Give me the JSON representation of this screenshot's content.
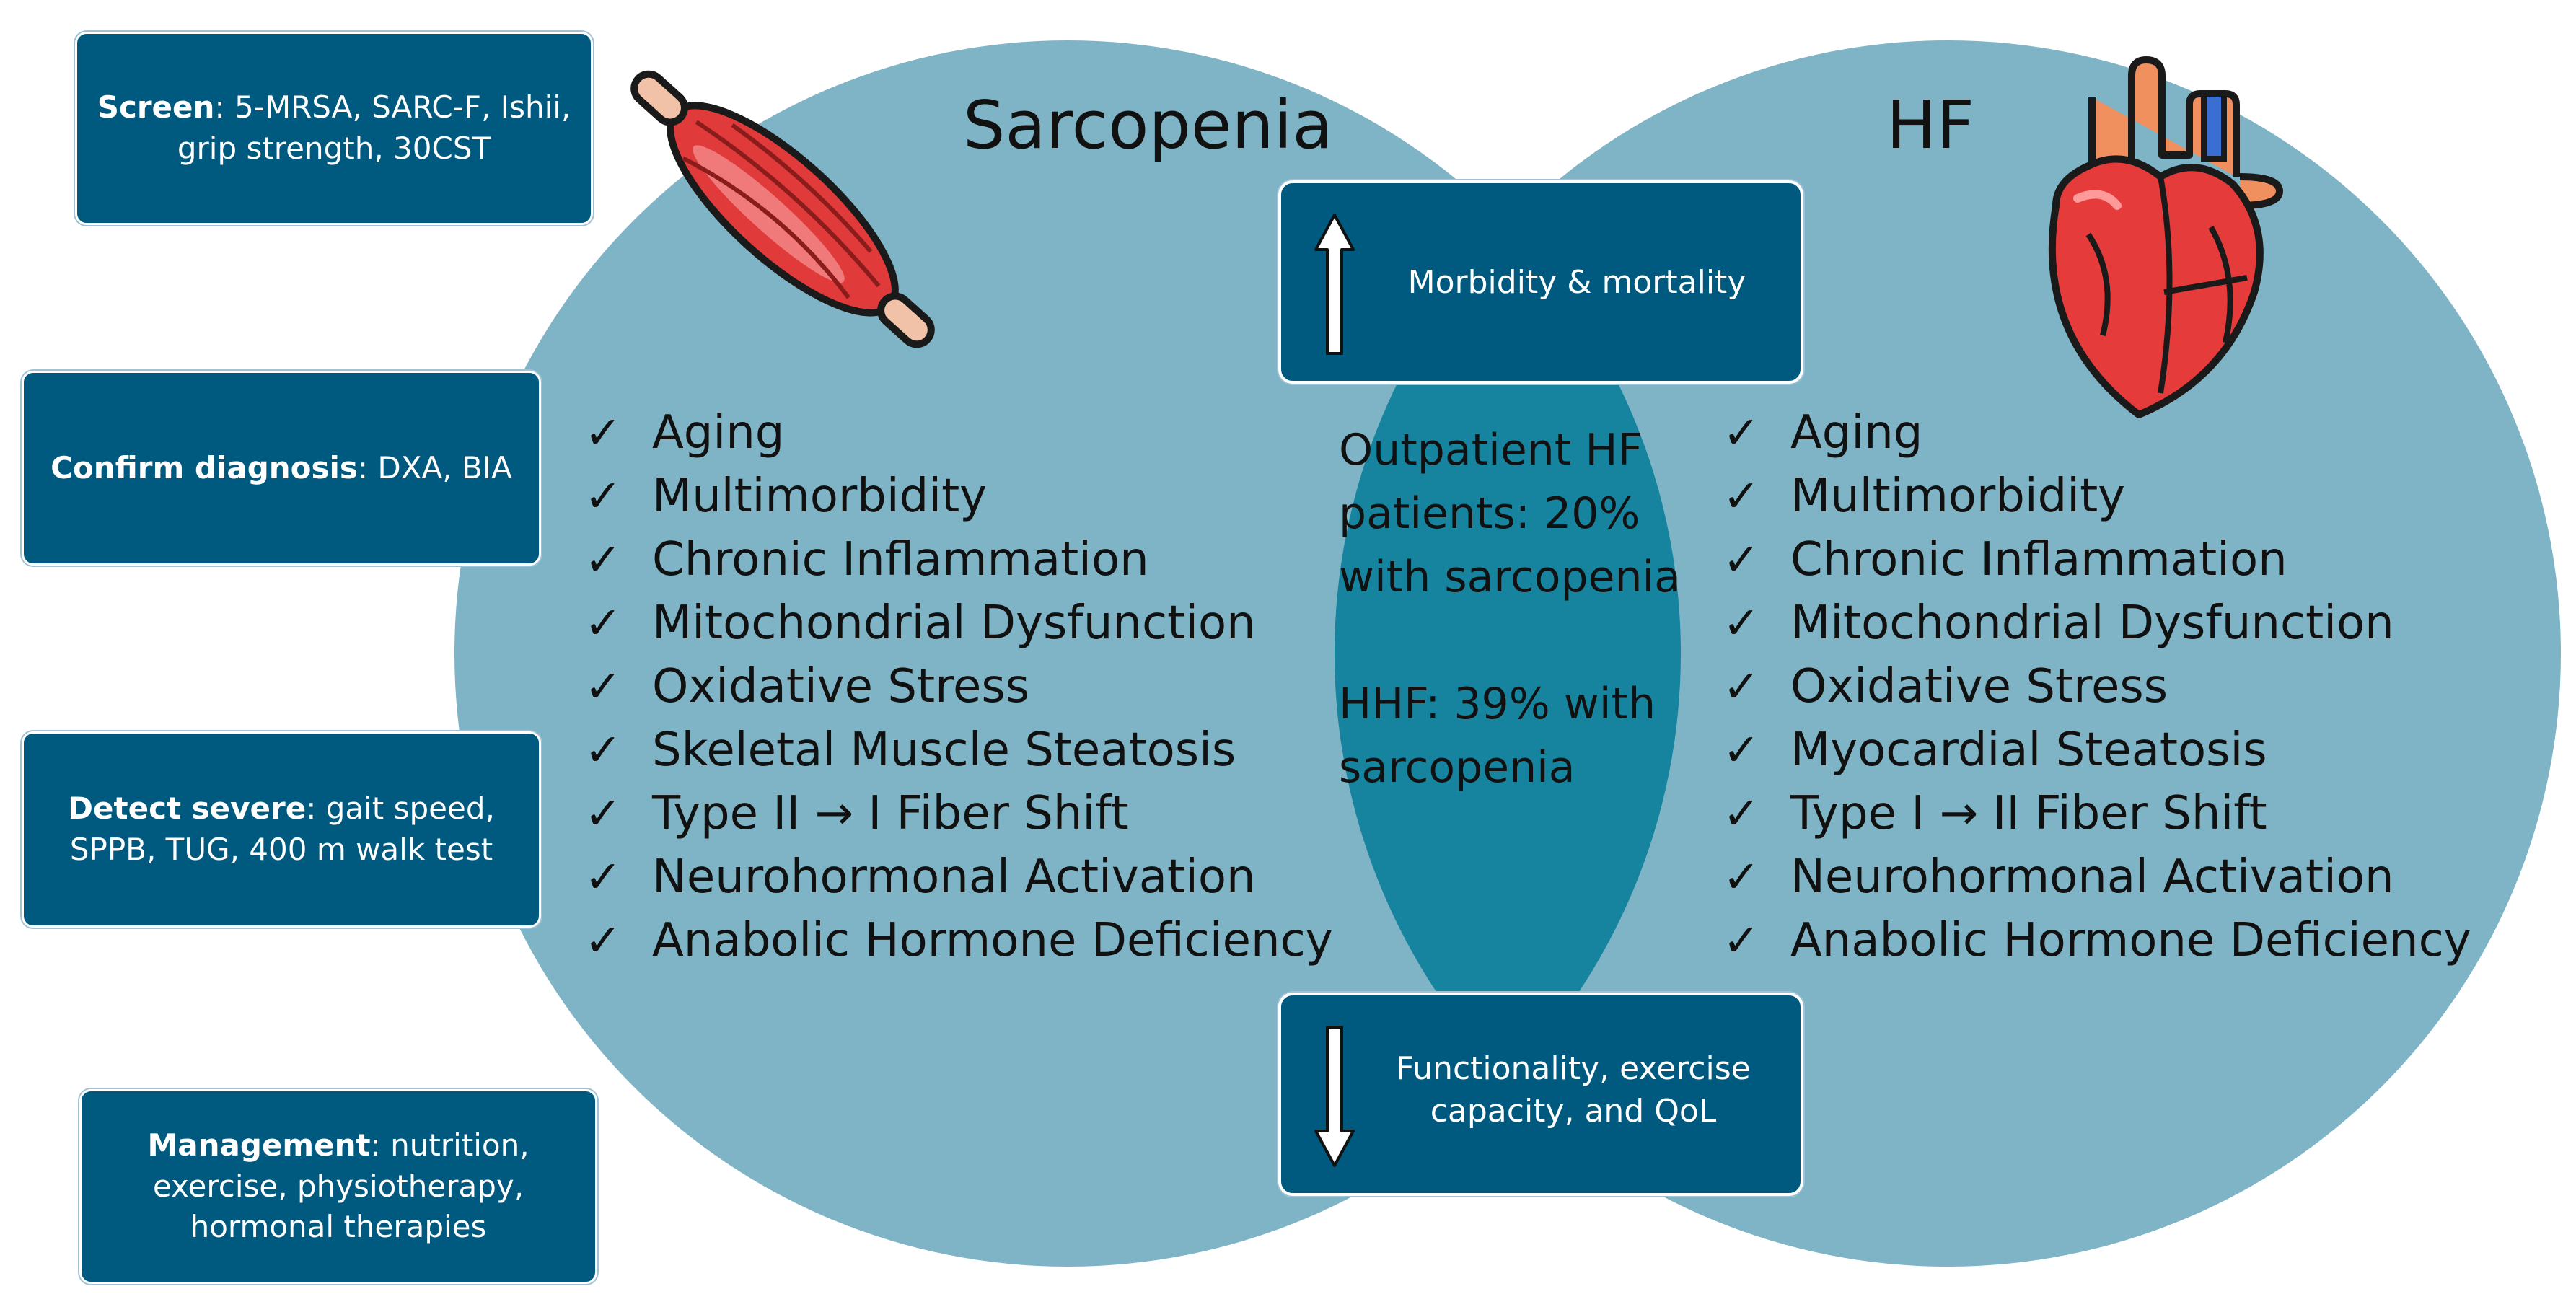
{
  "colors": {
    "circle": "#7eb4c5",
    "overlap": "#16849f",
    "box": "#005a80",
    "box_border": "#ffffff"
  },
  "left_panel": {
    "screen": {
      "label": "Screen",
      "text": ": 5-MRSA, SARC-F, Ishii, grip strength, 30CST"
    },
    "confirm": {
      "label": "Confirm diagnosis",
      "text": ": DXA, BIA"
    },
    "severe": {
      "label": "Detect severe",
      "text": ": gait speed, SPPB, TUG, 400 m walk test"
    },
    "management": {
      "label": "Management",
      "text": ": nutrition, exercise, physiotherapy, hormonal therapies"
    }
  },
  "sarcopenia": {
    "title": "Sarcopenia",
    "icon": "muscle-icon",
    "items": [
      "Aging",
      "Multimorbidity",
      "Chronic Inflammation",
      "Mitochondrial Dysfunction",
      "Oxidative Stress",
      "Skeletal Muscle Steatosis",
      "Type II → I Fiber Shift",
      "Neurohormonal Activation",
      "Anabolic Hormone Deficiency"
    ]
  },
  "hf": {
    "title": "HF",
    "icon": "heart-icon",
    "items": [
      "Aging",
      "Multimorbidity",
      "Chronic Inflammation",
      "Mitochondrial Dysfunction",
      "Oxidative Stress",
      "Myocardial Steatosis",
      "Type I → II Fiber Shift",
      "Neurohormonal Activation",
      "Anabolic Hormone Deficiency"
    ]
  },
  "overlap": {
    "outpatient": "Outpatient HF patients: 20% with sarcopenia",
    "hhf": "HHF: 39% with sarcopenia"
  },
  "top_box": {
    "text": "Morbidity & mortality",
    "icon": "arrow-up-icon"
  },
  "bottom_box": {
    "text": "Functionality, exercise capacity, and QoL",
    "icon": "arrow-down-icon"
  }
}
